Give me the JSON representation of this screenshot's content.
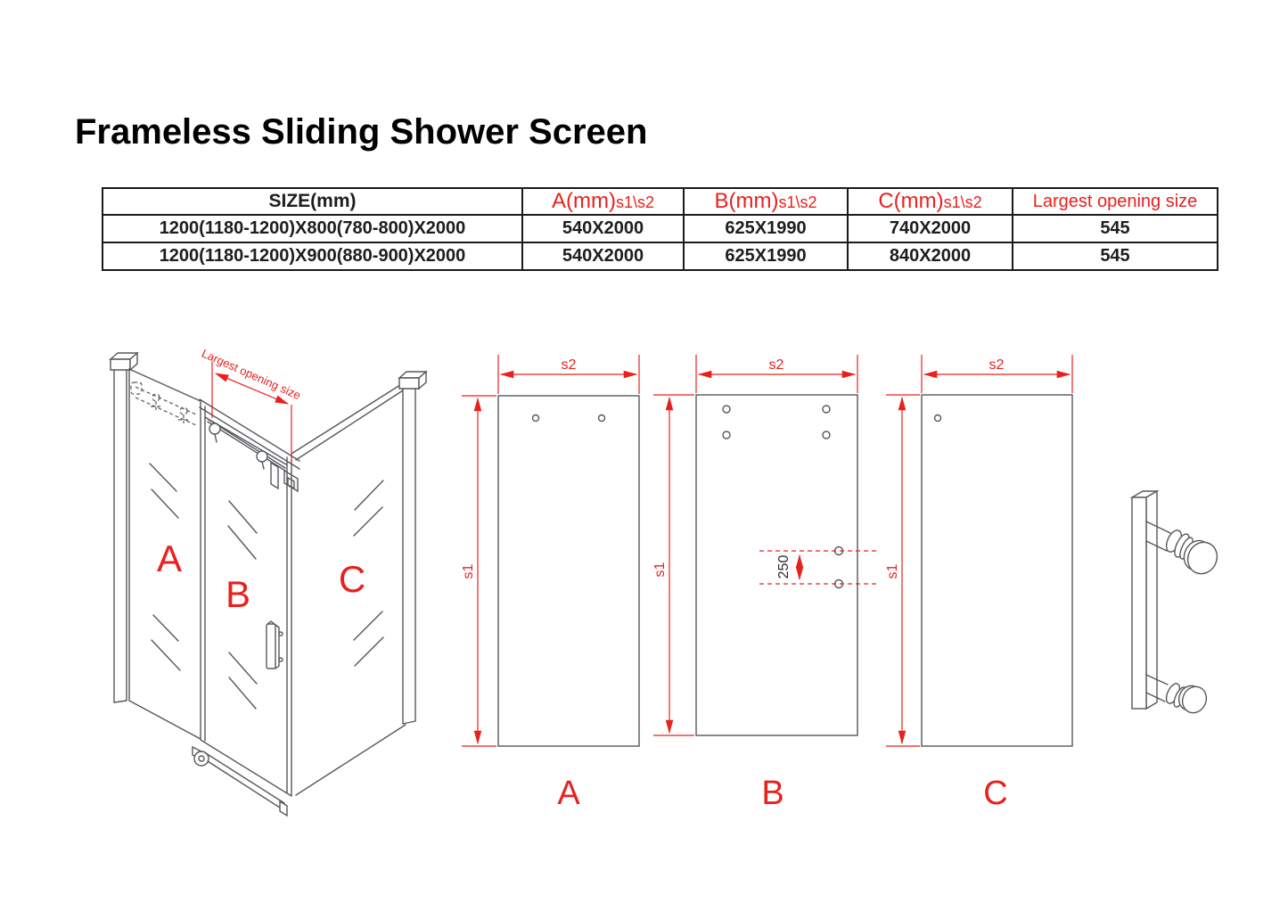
{
  "title": "Frameless Sliding Shower Screen",
  "colors": {
    "accent_red": "#e8211d",
    "line_gray": "#55585c",
    "ink": "#1d1d1b"
  },
  "table": {
    "headers": [
      {
        "label": "SIZE(mm)"
      },
      {
        "main": "A(mm)",
        "sub": "s1\\s2"
      },
      {
        "main": "B(mm)",
        "sub": "s1\\s2"
      },
      {
        "main": "C(mm)",
        "sub": "s1\\s2"
      },
      {
        "label": "Largest opening size"
      }
    ],
    "rows": [
      [
        "1200(1180-1200)X800(780-800)X2000",
        "540X2000",
        "625X1990",
        "740X2000",
        "545"
      ],
      [
        "1200(1180-1200)X900(880-900)X2000",
        "540X2000",
        "625X1990",
        "840X2000",
        "545"
      ]
    ]
  },
  "iso": {
    "label_a": "A",
    "label_b": "B",
    "label_c": "C",
    "dim_label": "Largest opening size"
  },
  "flat": {
    "s1": "s1",
    "s2": "s2",
    "hole_spacing": "250",
    "label_a": "A",
    "label_b": "B",
    "label_c": "C"
  }
}
